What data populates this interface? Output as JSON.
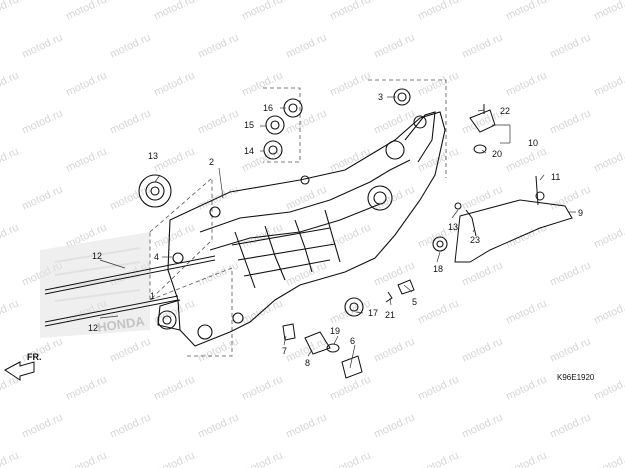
{
  "watermark": "motod.ru",
  "diagram_code": "K96E1920",
  "direction_label": "FR.",
  "brand_mark": "HONDA",
  "parts": [
    {
      "id": "p1",
      "num": "1"
    },
    {
      "id": "p2",
      "num": "2"
    },
    {
      "id": "p3",
      "num": "3"
    },
    {
      "id": "p4",
      "num": "4"
    },
    {
      "id": "p5",
      "num": "5"
    },
    {
      "id": "p6",
      "num": "6"
    },
    {
      "id": "p7",
      "num": "7"
    },
    {
      "id": "p8",
      "num": "8"
    },
    {
      "id": "p9",
      "num": "9"
    },
    {
      "id": "p10",
      "num": "10"
    },
    {
      "id": "p11",
      "num": "11"
    },
    {
      "id": "p12a",
      "num": "12"
    },
    {
      "id": "p12b",
      "num": "12"
    },
    {
      "id": "p13",
      "num": "13"
    },
    {
      "id": "p14",
      "num": "14"
    },
    {
      "id": "p15",
      "num": "15"
    },
    {
      "id": "p16",
      "num": "16"
    },
    {
      "id": "p17",
      "num": "17"
    },
    {
      "id": "p18",
      "num": "18"
    },
    {
      "id": "p19",
      "num": "19"
    },
    {
      "id": "p20",
      "num": "20"
    },
    {
      "id": "p21",
      "num": "21"
    },
    {
      "id": "p22",
      "num": "22"
    },
    {
      "id": "p23",
      "num": "23"
    },
    {
      "id": "p24",
      "num": "24"
    }
  ]
}
